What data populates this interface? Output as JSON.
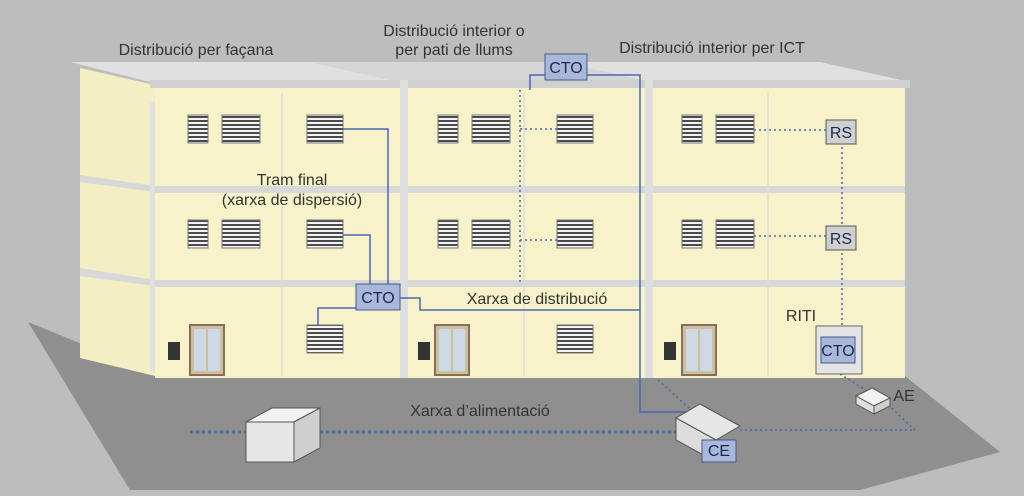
{
  "labels": {
    "facade": "Distribució per façana",
    "interior_line1": "Distribució interior o",
    "interior_line2": "per pati de llums",
    "ict": "Distribució interior per ICT",
    "tram_line1": "Tram final",
    "tram_line2": "(xarxa de dispersió)",
    "distribution": "Xarxa de distribució",
    "feed": "Xarxa d’alimentació",
    "riti": "RITI",
    "ae": "AE"
  },
  "boxes": {
    "cto_top": "CTO",
    "cto_mid": "CTO",
    "cto_riti": "CTO",
    "rs_upper": "RS",
    "rs_lower": "RS",
    "ce": "CE"
  },
  "colors": {
    "background": "#bdbdbd",
    "wall": "#f7f2c9",
    "box_fill": "#a9b7d8",
    "box_stroke": "#4a5a8a",
    "cable": "#4a67b0",
    "ground": "#8f8f8f"
  }
}
